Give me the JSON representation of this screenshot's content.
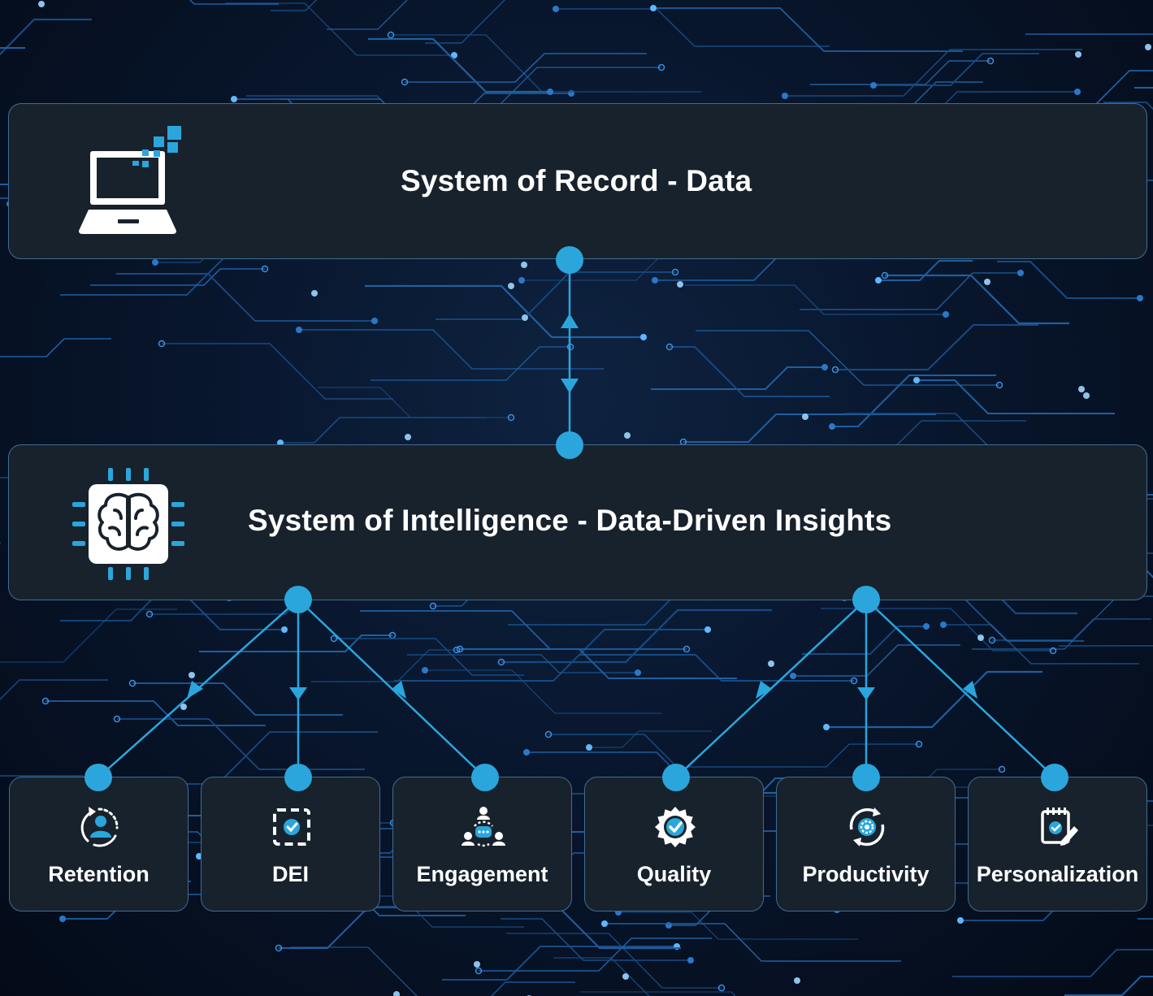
{
  "diagram": {
    "system_of_record": {
      "title": "System of Record - Data",
      "icon": "laptop-data-icon"
    },
    "system_of_intelligence": {
      "title": "System of Intelligence - Data-Driven Insights",
      "icon": "brain-chip-icon"
    },
    "outcomes": [
      {
        "label": "Retention",
        "icon": "user-cycle-icon"
      },
      {
        "label": "DEI",
        "icon": "hands-circle-check-icon"
      },
      {
        "label": "Engagement",
        "icon": "people-chat-icon"
      },
      {
        "label": "Quality",
        "icon": "badge-check-icon"
      },
      {
        "label": "Productivity",
        "icon": "gear-cycle-icon"
      },
      {
        "label": "Personalization",
        "icon": "clipboard-check-pen-icon"
      }
    ],
    "colors": {
      "accent": "#2aa6dd",
      "panel": "#18222c",
      "panel_border": "#3f6d93",
      "background": "#071429",
      "text": "#ffffff"
    }
  }
}
